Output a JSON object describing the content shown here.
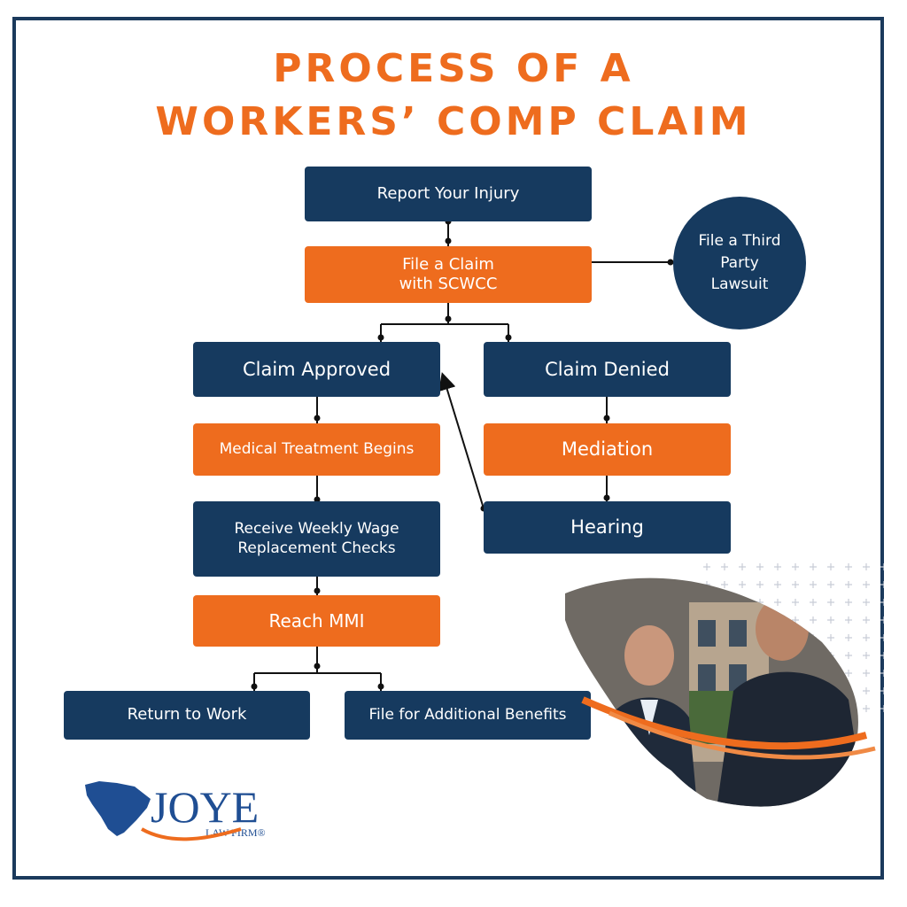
{
  "title": {
    "line1": "PROCESS OF A",
    "line2": "WORKERS’ COMP CLAIM"
  },
  "nodes": {
    "report_injury": "Report Your Injury",
    "file_claim_line1": "File a Claim",
    "file_claim_line2": "with SCWCC",
    "third_party_line1": "File a Third",
    "third_party_line2": "Party",
    "third_party_line3": "Lawsuit",
    "claim_approved": "Claim Approved",
    "claim_denied": "Claim Denied",
    "medical_treatment": "Medical Treatment Begins",
    "mediation": "Mediation",
    "weekly_wage_line1": "Receive Weekly Wage",
    "weekly_wage_line2": "Replacement Checks",
    "hearing": "Hearing",
    "reach_mmi": "Reach MMI",
    "return_to_work": "Return to Work",
    "additional_benefits": "File for Additional Benefits"
  },
  "logo": {
    "name": "JOYE",
    "subtitle": "LAW FIRM®"
  },
  "colors": {
    "navy": "#163a5f",
    "orange": "#ee6c1e",
    "frame": "#1b3a5c",
    "connector": "#111111"
  }
}
